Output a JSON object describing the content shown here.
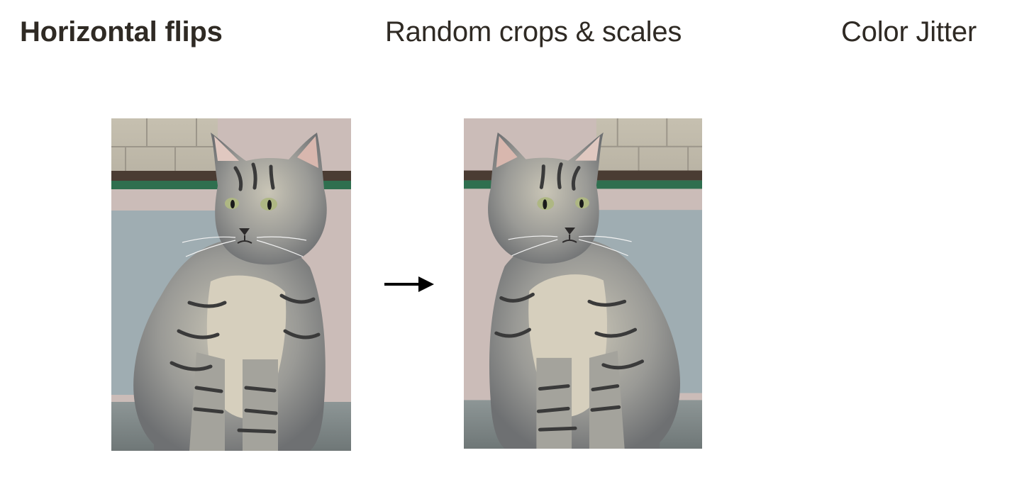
{
  "headings": {
    "flip": "Horizontal flips",
    "crop": "Random crops & scales",
    "jitter": "Color Jitter"
  },
  "active_heading": "flip",
  "images": {
    "original": {
      "subject": "tabby cat sitting",
      "orientation": "original"
    },
    "flipped": {
      "subject": "tabby cat sitting",
      "orientation": "mirrored horizontally"
    }
  },
  "arrow_icon": "right-arrow-icon",
  "colors": {
    "text": "#2f2a24",
    "arrow": "#000000",
    "cat_fur": "#8f9294",
    "wall_pink": "#c9b9b6",
    "wall_blue": "#9aa8ad",
    "rail_green": "#2f6f4f"
  }
}
